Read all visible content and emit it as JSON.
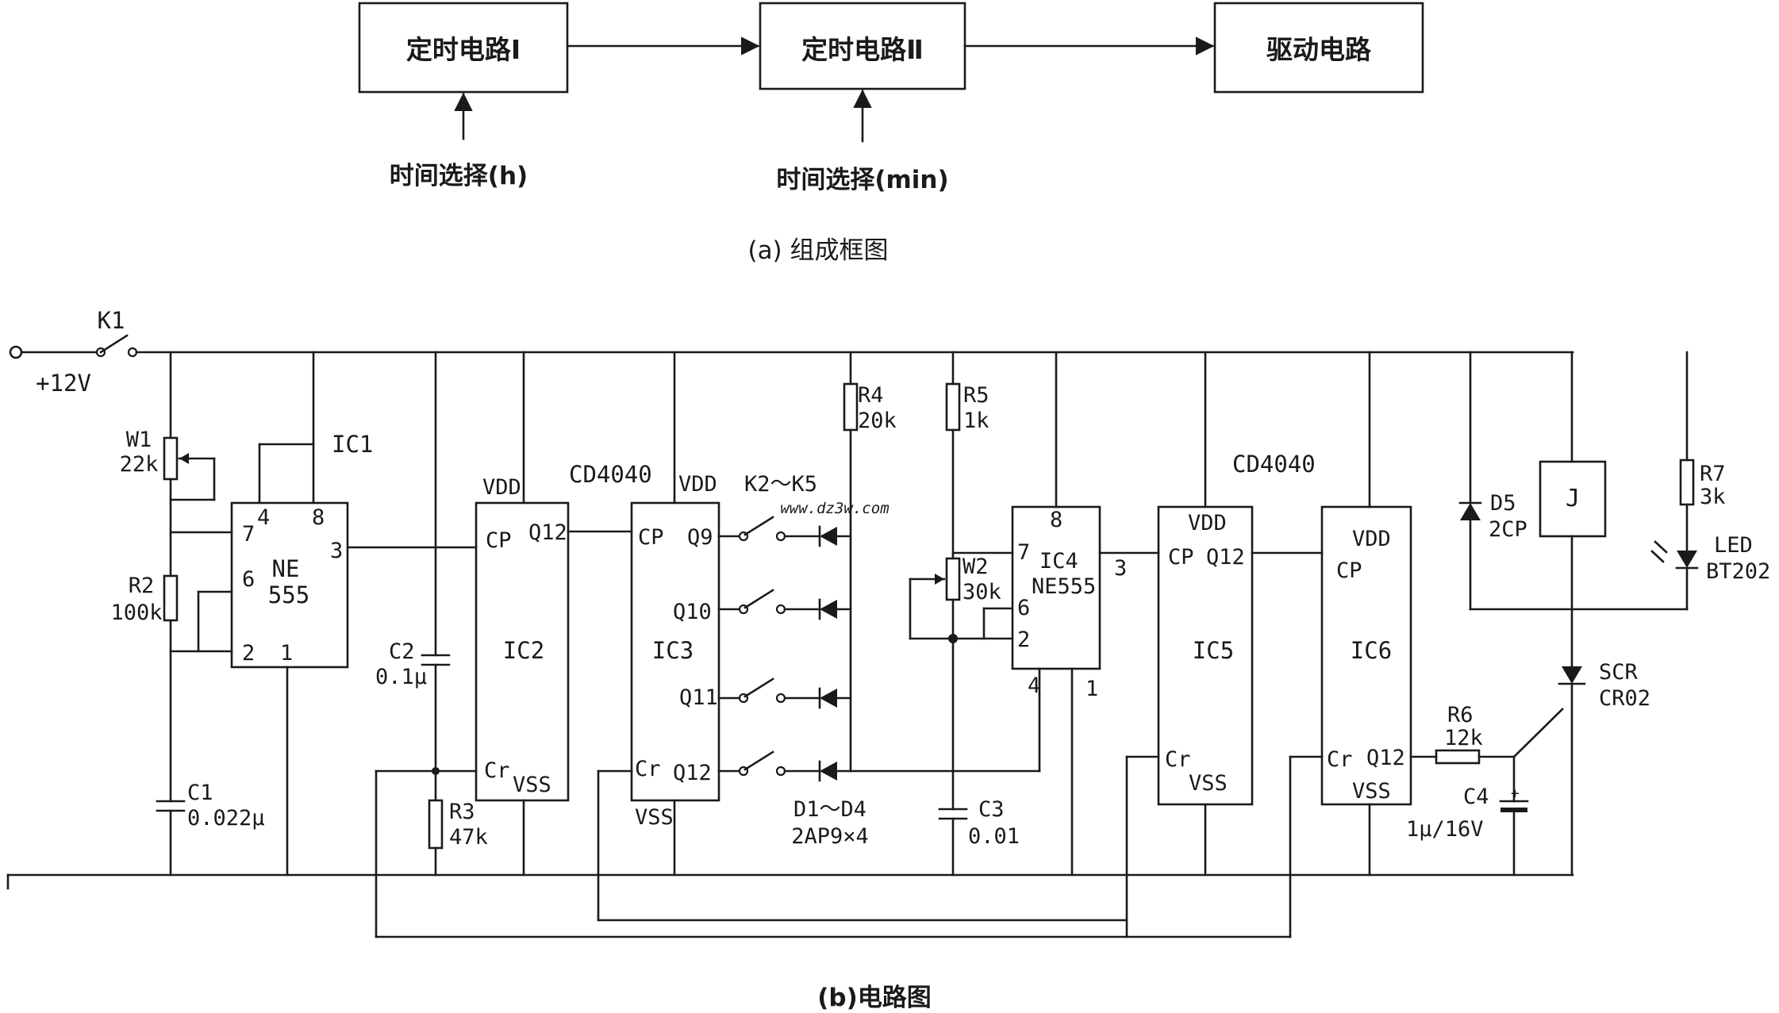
{
  "block_diagram": {
    "blocks": [
      "定时电路Ⅰ",
      "定时电路Ⅱ",
      "驱动电路"
    ],
    "inputs": [
      "时间选择(h)",
      "时间选择(min)"
    ],
    "caption": "(a) 组成框图"
  },
  "circuit": {
    "caption": "(b)电路图",
    "watermark": "www.dz3w.com",
    "supply": "+12V",
    "switch_main": "K1",
    "ic1": {
      "label": "IC1",
      "name1": "NE",
      "name2": "555",
      "pins": [
        "7",
        "4",
        "8",
        "3",
        "6",
        "2",
        "1"
      ]
    },
    "ic2": {
      "part": "CD4040",
      "label": "IC2",
      "vdd": "VDD",
      "cp": "CP",
      "q12": "Q12",
      "cr": "Cr",
      "vss": "VSS"
    },
    "ic3": {
      "label": "IC3",
      "vdd": "VDD",
      "cp": "CP",
      "outputs": [
        "Q9",
        "Q10",
        "Q11",
        "Q12"
      ],
      "cr": "Cr",
      "vss": "VSS"
    },
    "ic4": {
      "label": "IC4",
      "name": "NE555",
      "pins": [
        "8",
        "7",
        "6",
        "2",
        "4",
        "1",
        "3"
      ]
    },
    "ic5": {
      "part": "CD4040",
      "label": "IC5",
      "vdd": "VDD",
      "cp": "CP",
      "q12": "Q12",
      "cr": "Cr",
      "vss": "VSS"
    },
    "ic6": {
      "label": "IC6",
      "vdd": "VDD",
      "cp": "CP",
      "q12": "Q12",
      "cr": "Cr",
      "vss": "VSS"
    },
    "components": {
      "w1": [
        "W1",
        "22k"
      ],
      "r2": [
        "R2",
        "100k"
      ],
      "c1": [
        "C1",
        "0.022μ"
      ],
      "c2": [
        "C2",
        "0.1μ"
      ],
      "r3": [
        "R3",
        "47k"
      ],
      "r4": [
        "R4",
        "20k"
      ],
      "r5": [
        "R5",
        "1k"
      ],
      "w2": [
        "W2",
        "30k"
      ],
      "c3": [
        "C3",
        "0.01"
      ],
      "switches": "K2～K5",
      "diodes": [
        "D1～D4",
        "2AP9×4"
      ],
      "d5": [
        "D5",
        "2CP"
      ],
      "relay": "J",
      "r7": [
        "R7",
        "3k"
      ],
      "led": [
        "LED",
        "BT202"
      ],
      "scr": [
        "SCR",
        "CR02"
      ],
      "r6": [
        "R6",
        "12k"
      ],
      "c4": [
        "C4",
        "1μ/16V"
      ]
    }
  }
}
